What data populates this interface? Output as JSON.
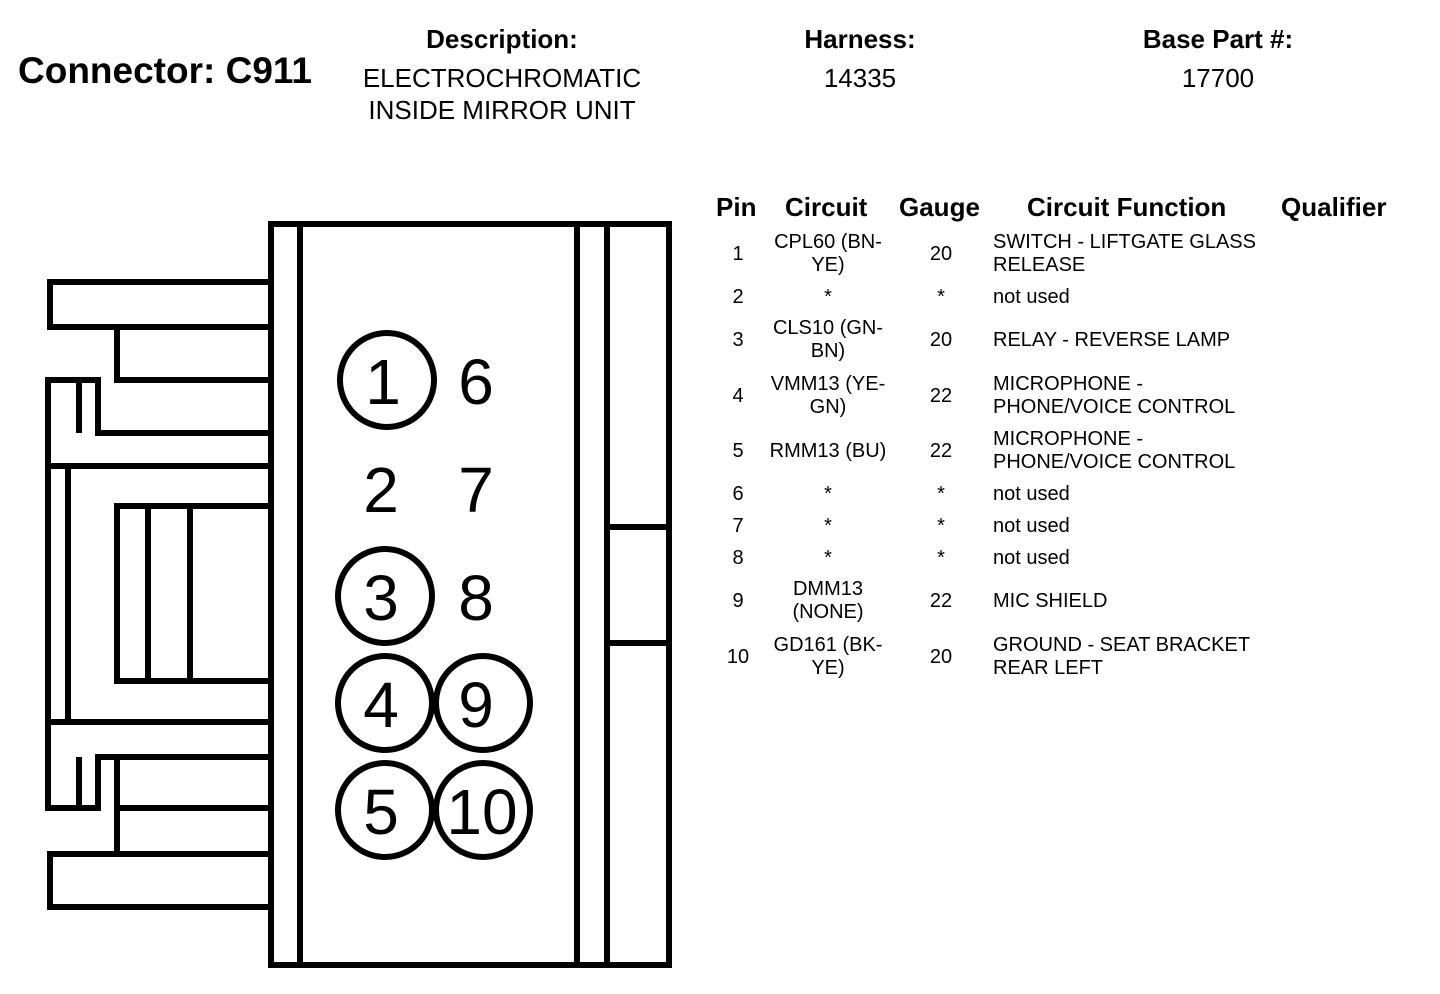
{
  "header": {
    "connector_title": "Connector: C911",
    "description_label": "Description:",
    "description_value": "ELECTROCHROMATIC\nINSIDE MIRROR UNIT",
    "harness_label": "Harness:",
    "harness_value": "14335",
    "base_part_label": "Base Part #:",
    "base_part_value": "17700"
  },
  "table": {
    "headers": {
      "pin": "Pin",
      "circuit": "Circuit",
      "gauge": "Gauge",
      "function": "Circuit Function",
      "qualifier": "Qualifier"
    },
    "rows": [
      {
        "pin": "1",
        "circuit": "CPL60 (BN-\nYE)",
        "gauge": "20",
        "function": "SWITCH - LIFTGATE GLASS\nRELEASE",
        "qualifier": ""
      },
      {
        "pin": "2",
        "circuit": "*",
        "gauge": "*",
        "function": "not used",
        "qualifier": ""
      },
      {
        "pin": "3",
        "circuit": "CLS10 (GN-\nBN)",
        "gauge": "20",
        "function": "RELAY - REVERSE LAMP",
        "qualifier": ""
      },
      {
        "pin": "4",
        "circuit": "VMM13 (YE-\nGN)",
        "gauge": "22",
        "function": "MICROPHONE -\nPHONE/VOICE CONTROL",
        "qualifier": ""
      },
      {
        "pin": "5",
        "circuit": "RMM13 (BU)",
        "gauge": "22",
        "function": "MICROPHONE -\nPHONE/VOICE CONTROL",
        "qualifier": ""
      },
      {
        "pin": "6",
        "circuit": "*",
        "gauge": "*",
        "function": "not used",
        "qualifier": ""
      },
      {
        "pin": "7",
        "circuit": "*",
        "gauge": "*",
        "function": "not used",
        "qualifier": ""
      },
      {
        "pin": "8",
        "circuit": "*",
        "gauge": "*",
        "function": "not used",
        "qualifier": ""
      },
      {
        "pin": "9",
        "circuit": "DMM13\n(NONE)",
        "gauge": "22",
        "function": "MIC SHIELD",
        "qualifier": ""
      },
      {
        "pin": "10",
        "circuit": "GD161 (BK-\nYE)",
        "gauge": "20",
        "function": "GROUND - SEAT BRACKET\nREAR LEFT",
        "qualifier": ""
      }
    ]
  },
  "connector_face": {
    "pins": [
      {
        "label": "1",
        "circled": true
      },
      {
        "label": "2",
        "circled": false
      },
      {
        "label": "3",
        "circled": true
      },
      {
        "label": "4",
        "circled": true
      },
      {
        "label": "5",
        "circled": true
      },
      {
        "label": "6",
        "circled": false
      },
      {
        "label": "7",
        "circled": false
      },
      {
        "label": "8",
        "circled": false
      },
      {
        "label": "9",
        "circled": true
      },
      {
        "label": "10",
        "circled": true
      }
    ]
  }
}
